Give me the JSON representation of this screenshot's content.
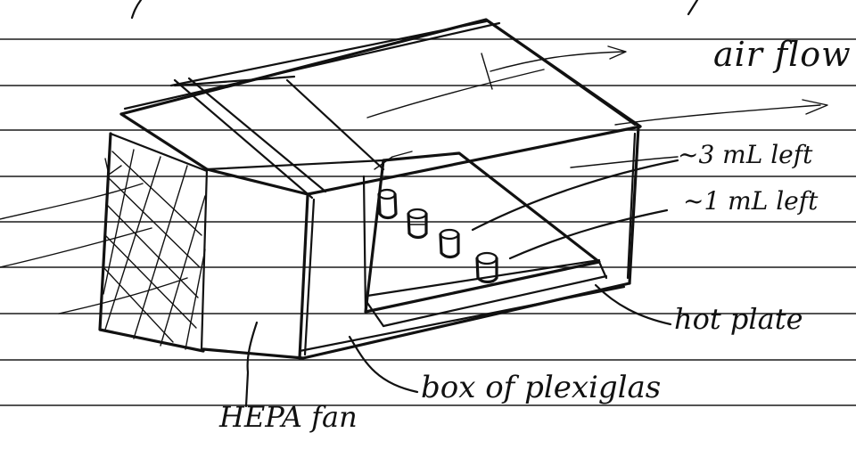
{
  "labels": {
    "airflow": "air flow",
    "three_ml": "~3 mL left",
    "one_ml": "~1 mL left",
    "hot_plate": "hot plate",
    "box": "box of plexiglas",
    "hepa_fan": "HEPA fan"
  },
  "colors": {
    "ink": "#111111",
    "paper": "#ffffff",
    "ruled_line": "#1a1a1a"
  }
}
